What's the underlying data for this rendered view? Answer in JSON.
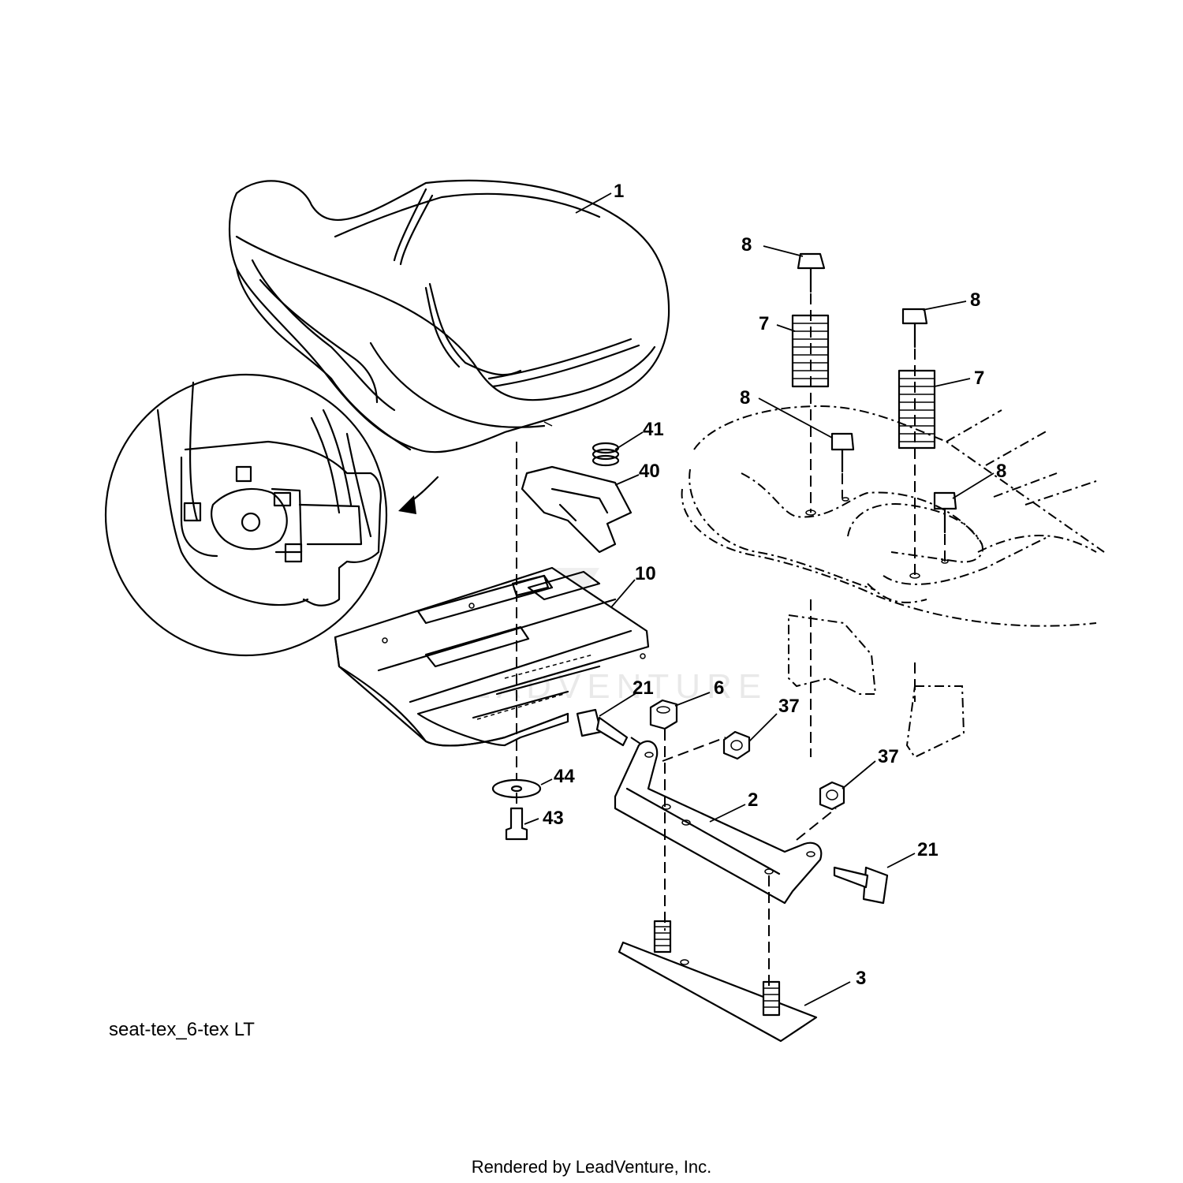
{
  "diagram": {
    "part_callouts": [
      {
        "id": "c1",
        "label": "1"
      },
      {
        "id": "c8a",
        "label": "8"
      },
      {
        "id": "c8b",
        "label": "8"
      },
      {
        "id": "c7a",
        "label": "7"
      },
      {
        "id": "c7b",
        "label": "7"
      },
      {
        "id": "c8c",
        "label": "8"
      },
      {
        "id": "c41",
        "label": "41"
      },
      {
        "id": "c40",
        "label": "40"
      },
      {
        "id": "c8d",
        "label": "8"
      },
      {
        "id": "c10",
        "label": "10"
      },
      {
        "id": "c21a",
        "label": "21"
      },
      {
        "id": "c6",
        "label": "6"
      },
      {
        "id": "c37a",
        "label": "37"
      },
      {
        "id": "c37b",
        "label": "37"
      },
      {
        "id": "c2",
        "label": "2"
      },
      {
        "id": "c44",
        "label": "44"
      },
      {
        "id": "c43",
        "label": "43"
      },
      {
        "id": "c21b",
        "label": "21"
      },
      {
        "id": "c3",
        "label": "3"
      }
    ],
    "caption": "seat-tex_6-tex LT",
    "footer": "Rendered by LeadVenture, Inc."
  },
  "colors": {
    "line": "#000000",
    "background": "#ffffff",
    "watermark": "#d8d8d8"
  }
}
